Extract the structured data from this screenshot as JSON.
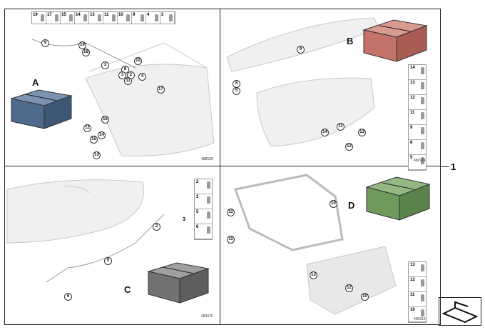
{
  "main_number": "1",
  "quadrants": [
    {
      "id": "q1",
      "kit_letter": "A",
      "kit_color": "#4f6a8a",
      "image_number": "488529",
      "parts_strip": [
        "19",
        "17",
        "15",
        "14",
        "13",
        "11",
        "10",
        "9",
        "4",
        "3"
      ],
      "callouts": [
        "9",
        "19",
        "18",
        "3",
        "8",
        "10",
        "3",
        "2",
        "4",
        "11",
        "17",
        "16",
        "12",
        "15",
        "14",
        "13"
      ]
    },
    {
      "id": "q2",
      "kit_letter": "B",
      "kit_color": "#c4736a",
      "image_number": "482974",
      "parts_column": [
        "14",
        "13",
        "12",
        "11",
        "9",
        "6",
        "5"
      ],
      "callouts": [
        "9",
        "8",
        "5",
        "14",
        "11",
        "13",
        "12"
      ]
    },
    {
      "id": "q3",
      "kit_letter": "C",
      "kit_color": "#727272",
      "image_number": "483075",
      "parts_column": [
        "2",
        "3",
        "5",
        "6"
      ],
      "callouts": [
        "2",
        "3",
        "5",
        "6"
      ]
    },
    {
      "id": "q4",
      "kit_letter": "D",
      "kit_color": "#6f9a5c",
      "image_number": "490616",
      "parts_column": [
        "13",
        "12",
        "11",
        "10"
      ],
      "callouts": [
        "11",
        "10",
        "11",
        "13",
        "12",
        "10"
      ]
    }
  ]
}
